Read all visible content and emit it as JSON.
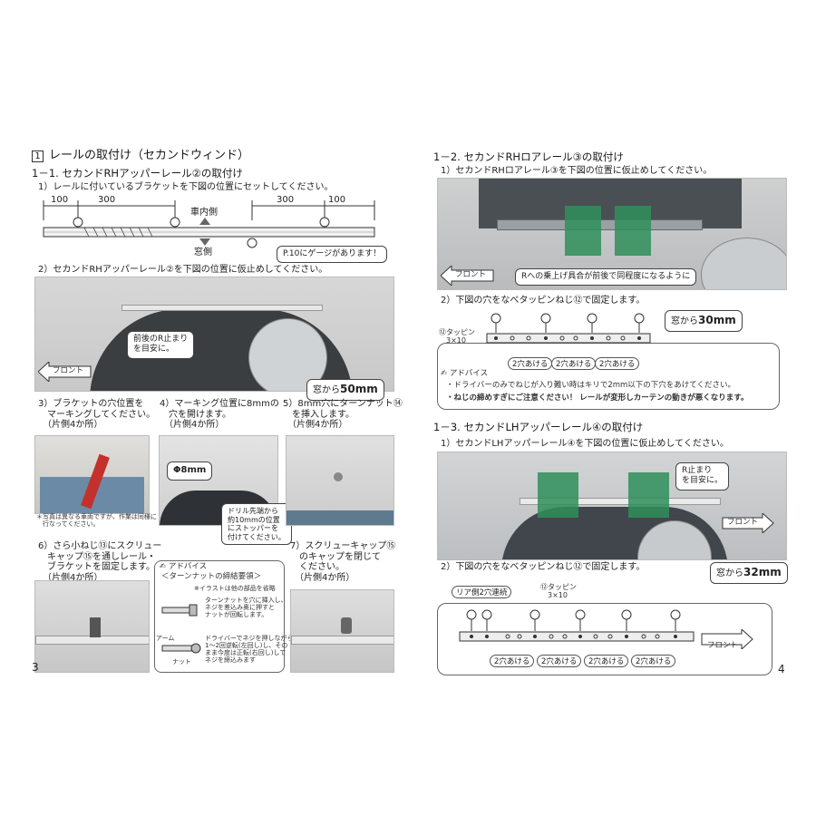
{
  "left": {
    "section_num": "1",
    "section_title": "レールの取付け（セカンドウィンド）",
    "sub1_title": "1－1. セカンドRHアッパーレール②の取付け",
    "step1": "1）レールに付いているブラケットを下図の位置にセットしてください。",
    "dims": [
      "100",
      "300",
      "300",
      "100"
    ],
    "car_inside": "車内側",
    "window_side": "窓側",
    "gauge_note": "P.10にゲージがあります！",
    "step2": "2）セカンドRHアッパーレール②を下図の位置に仮止めしてください。",
    "callout_r": "前後のR止まり\nを目安に。",
    "front": "フロント",
    "window_dist_prefix": "窓から",
    "window_dist_value": "50mm",
    "step3": "3）ブラケットの穴位置を\n　マーキングしてください。\n　（片側4か所）",
    "step4": "4）マーキング位置に8mmの\n　穴を開けます。\n　（片側4か所）",
    "step5": "5）8mm穴にターンナット⑭\n　を挿入します。\n　（片側4か所）",
    "photo_note": "＊写真は異なる車両ですが、作業は同様に\n　行なってください。",
    "phi8": "Φ8mm",
    "drill_note": "ドリル先端から\n約10mmの位置\nにストッパーを\n付けてください。",
    "step6": "6）さら小ねじ⑬にスクリュー\n　キャップ⑮を通しレール・\n　ブラケットを固定します。\n　（片側4か所）",
    "advice_label": "アドバイス",
    "advice_title": "＜ターンナットの締結要領＞",
    "advice_omit": "※イラストは他の部品を省略",
    "advice_a": "ターンナットを穴に挿入し、\nネジを差込み奥に押すと\nナットが回転します。",
    "advice_b": "ドライバーでネジを押しながら\n1～2回逆転(左回し)し、その\nまま今度は正転(右回し)して\nネジを締込みます",
    "arm_label": "アーム",
    "nut_label": "ナット",
    "step7": "7）スクリューキャップ⑮\n　のキャップを閉じて\n　ください。\n　（片側4か所）",
    "page_num": "3"
  },
  "right": {
    "sub2_title": "1－2. セカンドRHロアレール③の取付け",
    "step1": "1）セカンドRHロアレール③を下図の位置に仮止めしてください。",
    "callout_r": "Rへの乗上げ具合が前後で同程度になるように",
    "front": "フロント",
    "window_dist_prefix": "窓から",
    "window_dist_value": "30mm",
    "step2": "2）下図の穴をなべタッピンねじ⑫で固定します。",
    "tapping_label": "⑫タッピン\n　3×10",
    "hole2": "2穴あける",
    "advice_label": "アドバイス",
    "advice1": "・ドライバーのみでねじが入り難い時はキリで2mm以下の下穴をあけてください。",
    "advice2": "・ねじの締めすぎにご注意ください！ レールが変形しカーテンの動きが悪くなります。",
    "sub3_title": "1－3. セカンドLHアッパーレール④の取付け",
    "step3": "1）セカンドLHアッパーレール④を下図の位置に仮止めしてください。",
    "callout_r2": "R止まり\nを目安に。",
    "front2": "フロント",
    "window_dist2_value": "32mm",
    "step4": "2）下図の穴をなべタッピンねじ⑫で固定します。",
    "rear_label": "リア側2穴連続",
    "tapping_label2": "⑫タッピン\n　3×10",
    "front3": "フロント",
    "page_num": "4"
  }
}
